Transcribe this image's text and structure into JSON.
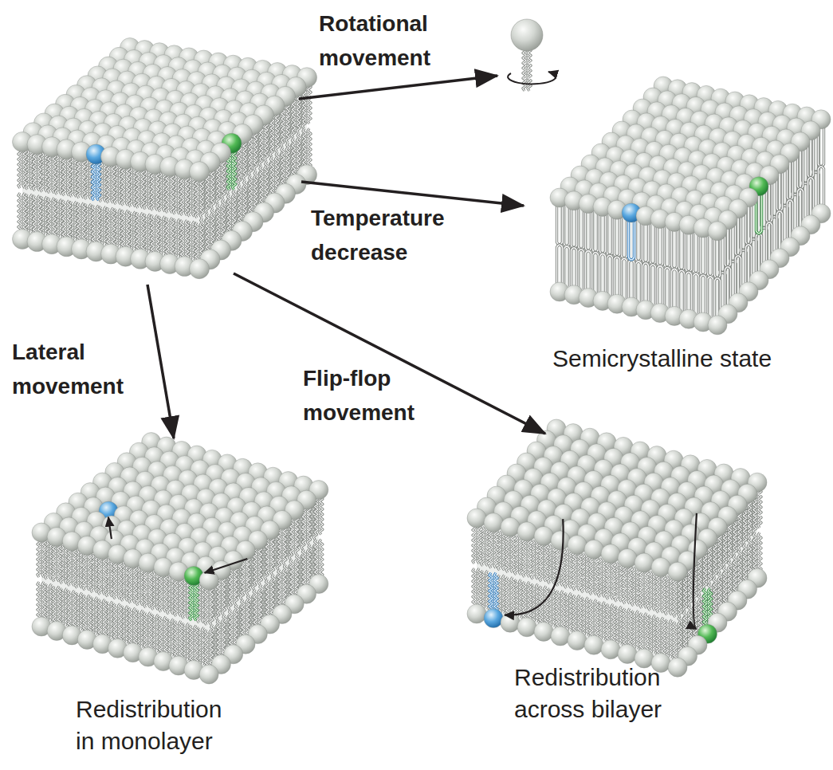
{
  "diagram": {
    "labels": [
      "Rotational movement",
      "Temperature decrease",
      "Semicrystalline state",
      "Lateral movement",
      "Flip-flop movement",
      "Redistribution in monolayer",
      "Redistribution across bilayer"
    ]
  }
}
